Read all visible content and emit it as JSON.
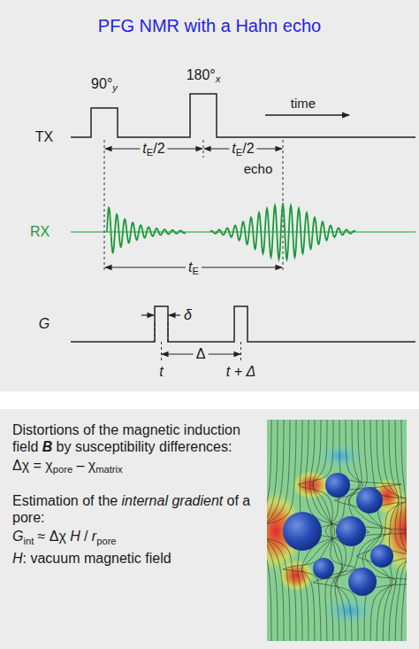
{
  "diagram": {
    "title": "PFG NMR with a Hahn echo",
    "nodes": [
      {
        "text": [
          "Distortions of the magnetic induction field",
          "B",
          "by susceptibility differences:",
          "Δχ = χ",
          "pore",
          "– χ",
          "matrix",
          "Estimation of the",
          "internal gradient",
          "of a pore:",
          "G",
          "int",
          "≈ Δχ",
          "H",
          "/",
          "r",
          "pore",
          "H",
          ": vacuum magnetic field"
        ]
      }
    ],
    "labels": [
      "90°",
      "y",
      "180°",
      "x",
      "TX",
      "time",
      "t",
      "E",
      "/2",
      "t",
      "E",
      "/2",
      "RX",
      "echo",
      "t",
      "E",
      "G",
      "δ",
      "Δ",
      "t",
      "t + Δ"
    ]
  }
}
